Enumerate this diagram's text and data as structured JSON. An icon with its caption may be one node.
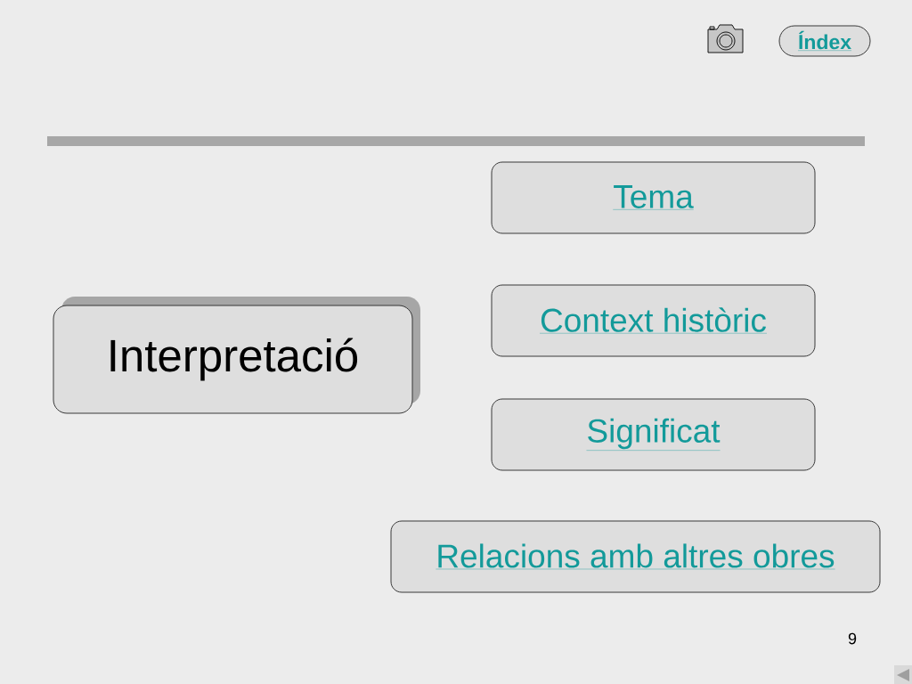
{
  "diagram": {
    "nodes": [
      {
        "text": [
          "Índex"
        ]
      },
      {
        "text": [
          "Interpretació"
        ]
      },
      {
        "text": [
          "Tema"
        ]
      },
      {
        "text": [
          "Context històric"
        ]
      },
      {
        "text": [
          "Significat"
        ]
      },
      {
        "text": [
          "Relacions amb altres obres"
        ]
      }
    ],
    "labels": [
      "9"
    ]
  }
}
